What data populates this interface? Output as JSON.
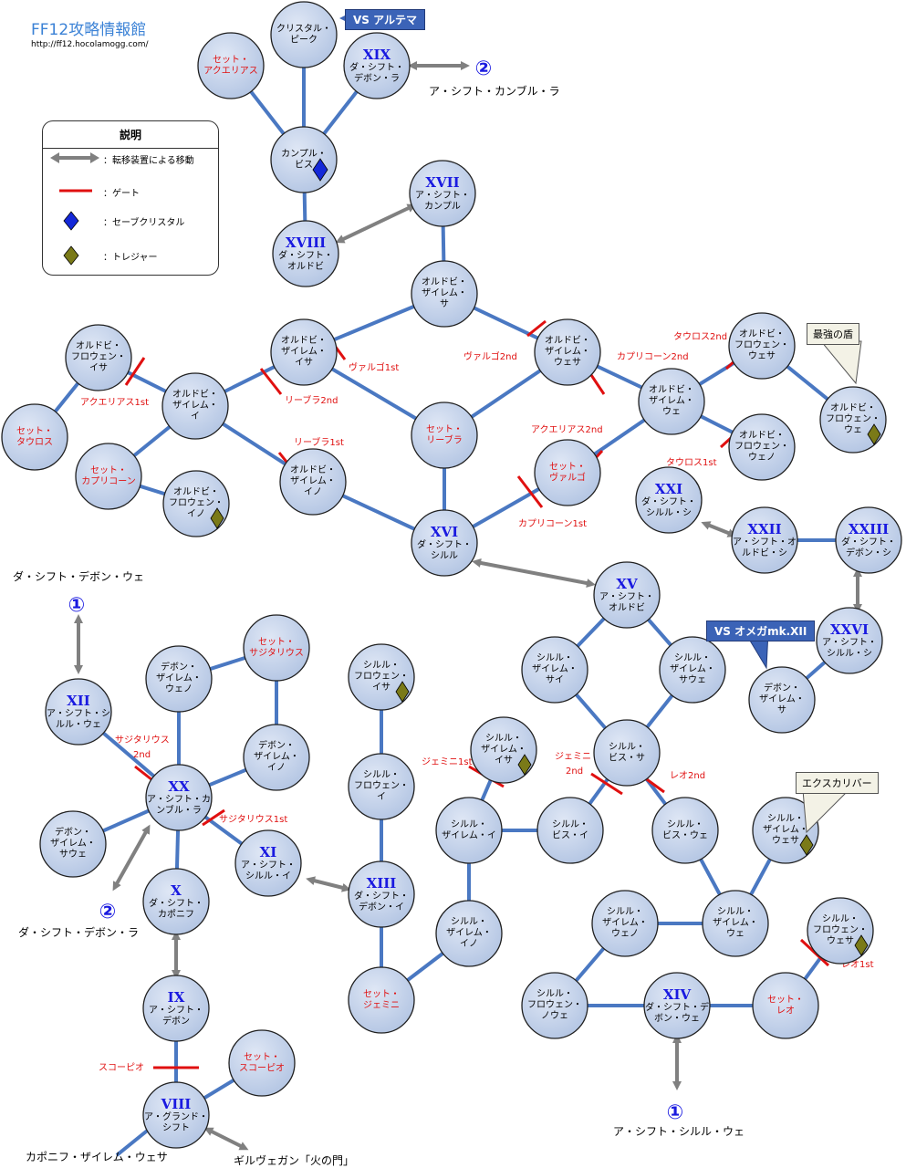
{
  "header": {
    "title": "FF12攻略情報館",
    "url": "http://ff12.hocolamogg.com/"
  },
  "legend": {
    "title": "説明",
    "items": [
      {
        "icon": "double-arrow-icon",
        "text": "：転移装置による移動"
      },
      {
        "icon": "gate-line-icon",
        "text": "：ゲート"
      },
      {
        "icon": "save-crystal-icon",
        "text": "：セーブクリスタル"
      },
      {
        "icon": "treasure-icon",
        "text": "：トレジャー"
      }
    ]
  },
  "colors": {
    "node_fill": "#c5d3ea",
    "edge": "#4a78c2",
    "gate": "#e01010",
    "teleport": "#808080",
    "number": "#1a1ae0",
    "crystal": "#1428d8",
    "treasure": "#7a7a18"
  },
  "nodes": [
    {
      "id": "crystal-peak",
      "num": "",
      "lines": [
        "クリスタル・",
        "ピーク"
      ],
      "red": false
    },
    {
      "id": "set-aquarius",
      "num": "",
      "lines": [
        "セット・",
        "アクエリアス"
      ],
      "red": true
    },
    {
      "id": "xix",
      "num": "XIX",
      "lines": [
        "ダ・シフト・",
        "デボン・ラ"
      ],
      "red": false
    },
    {
      "id": "kanpuru-bis",
      "num": "",
      "lines": [
        "カンプル・",
        "ビス"
      ],
      "red": false,
      "crystal": true
    },
    {
      "id": "xviii",
      "num": "XVIII",
      "lines": [
        "ダ・シフト・",
        "オルドビ"
      ],
      "red": false
    },
    {
      "id": "xvii",
      "num": "XVII",
      "lines": [
        "ア・シフト・",
        "カンプル"
      ],
      "red": false
    },
    {
      "id": "ordovi-zairemu-sa",
      "num": "",
      "lines": [
        "オルドビ・",
        "ザイレム・",
        "サ"
      ],
      "red": false
    },
    {
      "id": "ordovi-zairemu-isa",
      "num": "",
      "lines": [
        "オルドビ・",
        "ザイレム・",
        "イサ"
      ],
      "red": false
    },
    {
      "id": "ordovi-zairemu-uesa",
      "num": "",
      "lines": [
        "オルドビ・",
        "ザイレム・",
        "ウェサ"
      ],
      "red": false
    },
    {
      "id": "ordovi-furowen-isa",
      "num": "",
      "lines": [
        "オルドビ・",
        "フロウェン・",
        "イサ"
      ],
      "red": false
    },
    {
      "id": "ordovi-zairemu-i",
      "num": "",
      "lines": [
        "オルドビ・",
        "ザイレム・",
        "イ"
      ],
      "red": false
    },
    {
      "id": "set-taurus",
      "num": "",
      "lines": [
        "セット・",
        "タウロス"
      ],
      "red": true
    },
    {
      "id": "set-capricorn",
      "num": "",
      "lines": [
        "セット・",
        "カプリコーン"
      ],
      "red": true
    },
    {
      "id": "ordovi-furowen-ino",
      "num": "",
      "lines": [
        "オルドビ・",
        "フロウェン・",
        "イノ"
      ],
      "red": false,
      "treasure": true
    },
    {
      "id": "ordovi-zairemu-ino",
      "num": "",
      "lines": [
        "オルドビ・",
        "ザイレム・",
        "イノ"
      ],
      "red": false
    },
    {
      "id": "set-libra",
      "num": "",
      "lines": [
        "セット・",
        "リーブラ"
      ],
      "red": true
    },
    {
      "id": "xvi",
      "num": "XVI",
      "lines": [
        "ダ・シフト・",
        "シルル"
      ],
      "red": false
    },
    {
      "id": "set-virgo",
      "num": "",
      "lines": [
        "セット・",
        "ヴァルゴ"
      ],
      "red": true
    },
    {
      "id": "ordovi-zairemu-ue",
      "num": "",
      "lines": [
        "オルドビ・",
        "ザイレム・",
        "ウェ"
      ],
      "red": false
    },
    {
      "id": "ordovi-furowen-uesa",
      "num": "",
      "lines": [
        "オルドビ・",
        "フロウェン・",
        "ウェサ"
      ],
      "red": false
    },
    {
      "id": "ordovi-furowen-ue",
      "num": "",
      "lines": [
        "オルドビ・",
        "フロウェン・",
        "ウェ"
      ],
      "red": false,
      "treasure": true
    },
    {
      "id": "ordovi-furowen-ueno",
      "num": "",
      "lines": [
        "オルドビ・",
        "フロウェン・",
        "ウェノ"
      ],
      "red": false
    },
    {
      "id": "xxi",
      "num": "XXI",
      "lines": [
        "ダ・シフト・",
        "シルル・シ"
      ],
      "red": false
    },
    {
      "id": "xxii",
      "num": "XXII",
      "lines": [
        "ア・シフト・オ",
        "ルドビ・シ"
      ],
      "red": false
    },
    {
      "id": "xxiii",
      "num": "XXIII",
      "lines": [
        "ダ・シフト・",
        "デボン・シ"
      ],
      "red": false
    },
    {
      "id": "xv",
      "num": "XV",
      "lines": [
        "ア・シフト・",
        "オルドビ"
      ],
      "red": false
    },
    {
      "id": "xxvi",
      "num": "XXVI",
      "lines": [
        "ア・シフト・",
        "シルル・シ"
      ],
      "red": false
    },
    {
      "id": "devon-zairemu-sa",
      "num": "",
      "lines": [
        "デボン・",
        "ザイレム・",
        "サ"
      ],
      "red": false
    },
    {
      "id": "silur-zairemu-sai",
      "num": "",
      "lines": [
        "シルル・",
        "ザイレム・",
        "サイ"
      ],
      "red": false
    },
    {
      "id": "silur-zairemu-saue",
      "num": "",
      "lines": [
        "シルル・",
        "ザイレム・",
        "サウェ"
      ],
      "red": false
    },
    {
      "id": "silur-bis-sa",
      "num": "",
      "lines": [
        "シルル・",
        "ビス・サ"
      ],
      "red": false
    },
    {
      "id": "silur-zairemu-isa",
      "num": "",
      "lines": [
        "シルル・",
        "ザイレム・",
        "イサ"
      ],
      "red": false,
      "treasure": true
    },
    {
      "id": "silur-furowen-isa",
      "num": "",
      "lines": [
        "シルル・",
        "フロウェン・",
        "イサ"
      ],
      "red": false,
      "treasure": true
    },
    {
      "id": "silur-furowen-i",
      "num": "",
      "lines": [
        "シルル・",
        "フロウェン・",
        "イ"
      ],
      "red": false
    },
    {
      "id": "silur-zairemu-i",
      "num": "",
      "lines": [
        "シルル・",
        "ザイレム・イ"
      ],
      "red": false
    },
    {
      "id": "silur-bis-i",
      "num": "",
      "lines": [
        "シルル・",
        "ビス・イ"
      ],
      "red": false
    },
    {
      "id": "silur-bis-ue",
      "num": "",
      "lines": [
        "シルル・",
        "ビス・ウェ"
      ],
      "red": false
    },
    {
      "id": "silur-zairemu-uesa",
      "num": "",
      "lines": [
        "シルル・",
        "ザイレム・",
        "ウェサ"
      ],
      "red": false,
      "treasure": true
    },
    {
      "id": "xiii",
      "num": "XIII",
      "lines": [
        "ダ・シフト・",
        "デボン・イ"
      ],
      "red": false
    },
    {
      "id": "silur-zairemu-ino",
      "num": "",
      "lines": [
        "シルル・",
        "ザイレム・",
        "イノ"
      ],
      "red": false
    },
    {
      "id": "set-gemini",
      "num": "",
      "lines": [
        "セット・",
        "ジェミニ"
      ],
      "red": true
    },
    {
      "id": "silur-zairemu-ueno",
      "num": "",
      "lines": [
        "シルル・",
        "ザイレム・",
        "ウェノ"
      ],
      "red": false
    },
    {
      "id": "silur-zairemu-ue",
      "num": "",
      "lines": [
        "シルル・",
        "ザイレム・",
        "ウェ"
      ],
      "red": false
    },
    {
      "id": "silur-furowen-uesa",
      "num": "",
      "lines": [
        "シルル・",
        "フロウェン・",
        "ウェサ"
      ],
      "red": false,
      "treasure": true
    },
    {
      "id": "silur-furowen-nowe",
      "num": "",
      "lines": [
        "シルル・",
        "フロウェン・",
        "ノウェ"
      ],
      "red": false
    },
    {
      "id": "xiv",
      "num": "XIV",
      "lines": [
        "ダ・シフト・デ",
        "ボン・ウェ"
      ],
      "red": false
    },
    {
      "id": "set-leo",
      "num": "",
      "lines": [
        "セット・",
        "レオ"
      ],
      "red": true
    },
    {
      "id": "xii",
      "num": "XII",
      "lines": [
        "ア・シフト・シ",
        "ルル・ウェ"
      ],
      "red": false
    },
    {
      "id": "devon-zairemu-ueno",
      "num": "",
      "lines": [
        "デボン・",
        "ザイレム・",
        "ウェノ"
      ],
      "red": false
    },
    {
      "id": "set-sagittarius",
      "num": "",
      "lines": [
        "セット・",
        "サジタリウス"
      ],
      "red": true
    },
    {
      "id": "devon-zairemu-ino",
      "num": "",
      "lines": [
        "デボン・",
        "ザイレム・",
        "イノ"
      ],
      "red": false
    },
    {
      "id": "xx",
      "num": "XX",
      "lines": [
        "ア・シフト・カ",
        "ンブル・ラ"
      ],
      "red": false
    },
    {
      "id": "devon-zairemu-saue",
      "num": "",
      "lines": [
        "デボン・",
        "ザイレム・",
        "サウェ"
      ],
      "red": false
    },
    {
      "id": "xi",
      "num": "XI",
      "lines": [
        "ア・シフト・",
        "シルル・イ"
      ],
      "red": false
    },
    {
      "id": "x",
      "num": "X",
      "lines": [
        "ダ・シフト・",
        "カポニフ"
      ],
      "red": false
    },
    {
      "id": "ix",
      "num": "IX",
      "lines": [
        "ア・シフト・",
        "デボン"
      ],
      "red": false
    },
    {
      "id": "set-scorpio",
      "num": "",
      "lines": [
        "セット・",
        "スコーピオ"
      ],
      "red": true
    },
    {
      "id": "viii",
      "num": "VIII",
      "lines": [
        "ア・グランド・",
        "シフト"
      ],
      "red": false
    }
  ],
  "gates": [
    "アクエリアス1st",
    "リーブラ2nd",
    "ヴァルゴ1st",
    "リーブラ1st",
    "ヴァルゴ2nd",
    "カプリコーン2nd",
    "タウロス2nd",
    "タウロス1st",
    "アクエリアス2nd",
    "カプリコーン1st",
    "ジェミニ1st",
    "ジェミニ",
    "2nd",
    "レオ2nd",
    "レオ1st",
    "サジタリウス",
    "2nd",
    "サジタリウス1st",
    "スコーピオ"
  ],
  "external_labels": {
    "a_shift_kanpuru_ra": "ア・シフト・カンブル・ラ",
    "da_shift_devon_ue": "ダ・シフト・デボン・ウェ",
    "da_shift_devon_ra": "ダ・シフト・デボン・ラ",
    "a_shift_silur_ue": "ア・シフト・シルル・ウェ",
    "kaponifu": "カポニフ・ザイレム・ウェサ",
    "giruvegan": "ギルヴェガン「火の門」",
    "num1": "①",
    "num2": "②"
  },
  "callouts": {
    "ultima": "VS アルテマ",
    "omega": "VS オメガmk.XII",
    "strongest_shield": "最強の盾",
    "excalibur": "エクスカリバー"
  }
}
